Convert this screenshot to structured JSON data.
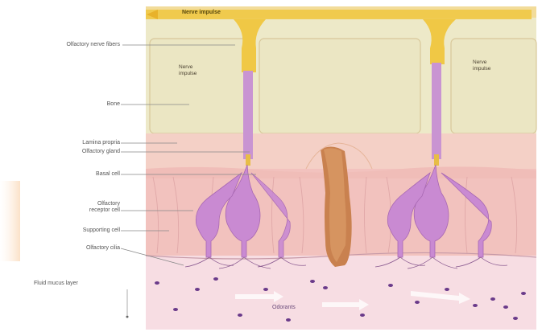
{
  "diagram": {
    "top_label": "Nerve impulse",
    "inner_labels": {
      "left": "Nerve\nimpulse",
      "right": "Nerve\nimpulse"
    },
    "odorant_label": "Odorants",
    "left_labels": [
      {
        "key": "nerve_fibers",
        "text": "Olfactory nerve fibers"
      },
      {
        "key": "bone",
        "text": "Bone"
      },
      {
        "key": "lamina",
        "text": "Lamina propria"
      },
      {
        "key": "gland",
        "text": "Olfactory gland"
      },
      {
        "key": "basal",
        "text": "Basal cell"
      },
      {
        "key": "receptor",
        "text": "Olfactory\nreceptor cell"
      },
      {
        "key": "supporting",
        "text": "Supporting cell"
      },
      {
        "key": "cilia",
        "text": "Olfactory cilia"
      },
      {
        "key": "mucus",
        "text": "Fluid mucus layer"
      }
    ],
    "colors": {
      "bone": "#ede9c8",
      "lamina": "#f5d6cc",
      "epithelium": "#f3c6c2",
      "mucus": "#f7dbe0",
      "nerve": "#f0c845",
      "receptor": "#c88ad0",
      "gland": "#c87a4a",
      "odorant": "#6a3a8a"
    }
  }
}
